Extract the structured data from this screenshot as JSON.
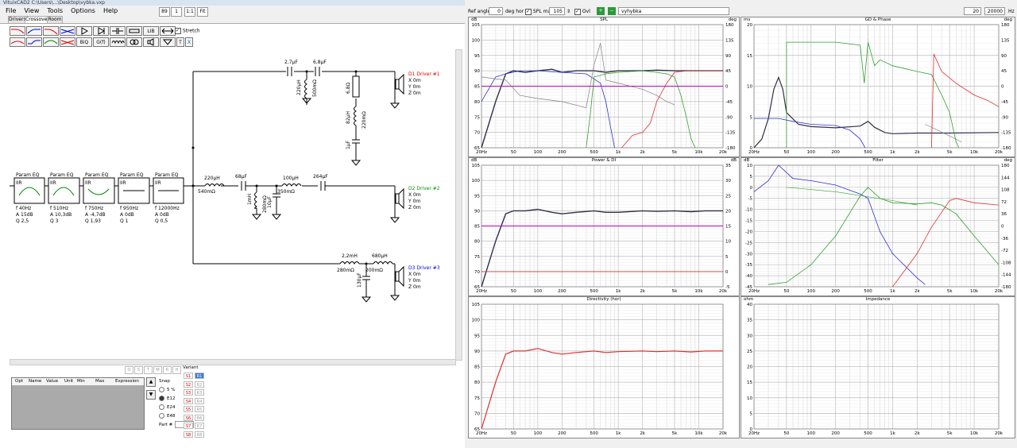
{
  "window": {
    "title": "VituixCAD2 C:\\Users\\...\\Desktop\\vybka.vxp"
  },
  "menu": [
    "File",
    "View",
    "Tools",
    "Options",
    "Help"
  ],
  "zoom": {
    "value": "89",
    "step": "1",
    "one_to_one": "1:1",
    "fit": "Fit"
  },
  "tabs": [
    "Drivers",
    "Crossover",
    "Room"
  ],
  "toolbar": {
    "lib": "LIB",
    "stretch": "Stretch",
    "biq": "BiQ",
    "gf": "G(f)",
    "t": "T",
    "x": "X"
  },
  "eq_blocks": [
    {
      "title": "Param EQ",
      "tag": "IIR",
      "f": "f  40Hz",
      "a": "A  15dB",
      "q": "Q  2,5"
    },
    {
      "title": "Param EQ",
      "tag": "IIR",
      "f": "f  510Hz",
      "a": "A  10,3dB",
      "q": "Q  3"
    },
    {
      "title": "Param EQ",
      "tag": "IIR",
      "f": "f  750Hz",
      "a": "A  -4,7dB",
      "q": "Q  1,93"
    },
    {
      "title": "Param EQ",
      "tag": "IIR",
      "f": "f  950Hz",
      "a": "A  0dB",
      "q": "Q  1"
    },
    {
      "title": "Param EQ",
      "tag": "IIR",
      "f": "f  12000Hz",
      "a": "A  0dB",
      "q": "Q  0,5"
    }
  ],
  "components": {
    "c1": "2,7µF",
    "c2": "6,8µF",
    "l1": "220µH",
    "r1": "500mΩ",
    "r2": "6,8Ω",
    "l2": "82µH",
    "r3": "220mΩ",
    "c3": "1µF",
    "l3": "220µH",
    "r4": "540mΩ",
    "c4": "68µF",
    "l4": "1mH",
    "r5": "280mΩ",
    "c5": "10µF",
    "l5": "100µH",
    "r6": "350mΩ",
    "c6": "264µF",
    "l6": "2,2mH",
    "r7": "280mΩ",
    "l7": "680µH",
    "r8": "200mΩ",
    "c7": "130µF"
  },
  "drivers": [
    {
      "name": "D1 Driver #1",
      "x": "X 0m",
      "y": "Y 0m",
      "z": "Z 0m",
      "color": "#e00000"
    },
    {
      "name": "D2 Driver #2",
      "x": "X 0m",
      "y": "Y 0m",
      "z": "Z 0m",
      "color": "#009000"
    },
    {
      "name": "D3 Driver #3",
      "x": "X 0m",
      "y": "Y 0m",
      "z": "Z 0m",
      "color": "#0000e0"
    }
  ],
  "opt_table": {
    "headers": [
      "Opt",
      "Name",
      "Value",
      "Unit",
      "Min",
      "Max",
      "Expression"
    ]
  },
  "ostmpr": [
    "O",
    "S",
    "T",
    "M",
    "R",
    "H"
  ],
  "snap": {
    "title": "Snap",
    "options": [
      "5 %",
      "E12",
      "E24",
      "E48"
    ],
    "selected": "E12"
  },
  "part_label": "Part #",
  "variant": {
    "title": "Variant",
    "items": [
      "S1",
      "R1",
      "S2",
      "R2",
      "S3",
      "R3",
      "S4",
      "R4",
      "S5",
      "R5",
      "S6",
      "R6",
      "S7",
      "R7",
      "S8",
      "R8"
    ]
  },
  "right_toolbar": {
    "ref_angle_label": "Ref angle",
    "ref_angle": "0",
    "deg_hor": "deg hor",
    "spl_max_label": "SPL max",
    "spl_max": "105",
    "ovl": "Ovl",
    "name": "vyhybka",
    "f_min": "20",
    "f_max": "20000",
    "hz": "Hz"
  },
  "freq_ticks": [
    "20Hz",
    "50",
    "100",
    "200",
    "500",
    "1k",
    "2k",
    "5k",
    "10k",
    "20k"
  ],
  "graphs": {
    "spl": {
      "title": "SPL",
      "left_unit": "dB",
      "right_unit": "deg",
      "left": [
        "105",
        "100",
        "95",
        "90",
        "85",
        "80",
        "75",
        "70",
        "65"
      ],
      "right": [
        "180",
        "135",
        "90",
        "45",
        "0",
        "-45",
        "-90",
        "-135",
        "-180"
      ]
    },
    "gd": {
      "title": "GD & Phase",
      "left_unit": "ms",
      "right_unit": "deg",
      "left": [
        "20",
        "15",
        "10",
        "5",
        "0"
      ],
      "right": [
        "180",
        "135",
        "90",
        "45",
        "0",
        "-45",
        "-90",
        "-135",
        "-180"
      ]
    },
    "power": {
      "title": "Power & DI",
      "left_unit": "dB",
      "right_unit": "dB",
      "left": [
        "105",
        "100",
        "95",
        "90",
        "85",
        "80",
        "75",
        "70",
        "65"
      ],
      "right": [
        "35",
        "30",
        "25",
        "20",
        "15",
        "10",
        "5",
        "0",
        "-5"
      ]
    },
    "filter": {
      "title": "Filter",
      "left_unit": "dB",
      "right_unit": "deg",
      "left": [
        "10",
        "5",
        "0",
        "-5",
        "-10",
        "-15",
        "-20",
        "-25",
        "-30",
        "-35",
        "-40",
        "-45"
      ],
      "right": [
        "180",
        "144",
        "108",
        "72",
        "36",
        "0",
        "-36",
        "-72",
        "-108",
        "-144",
        "-180"
      ]
    },
    "directivity": {
      "title": "Directivity (hor)",
      "left_unit": "",
      "right_unit": "",
      "left": [
        "105",
        "100",
        "95",
        "90",
        "85",
        "80",
        "75",
        "70",
        "65"
      ],
      "right": []
    },
    "impedance": {
      "title": "Impedance",
      "left_unit": "ohm",
      "right_unit": "",
      "left": [
        "40",
        "35",
        "30",
        "25",
        "20",
        "15",
        "10",
        "5",
        "0"
      ],
      "right": []
    }
  }
}
